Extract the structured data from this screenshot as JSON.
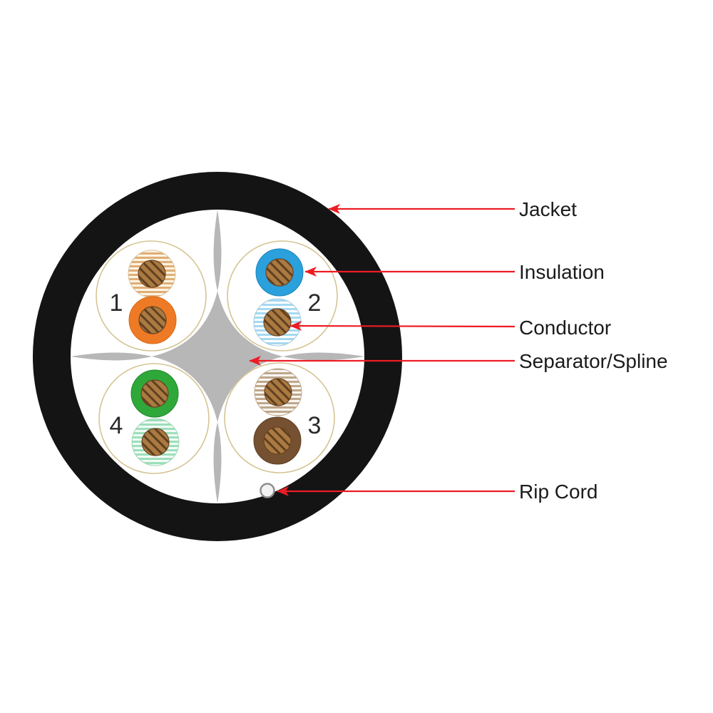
{
  "diagram": {
    "name": "network-cable-cross-section",
    "annotations": [
      {
        "label": "Jacket"
      },
      {
        "label": "Insulation"
      },
      {
        "label": "Conductor"
      },
      {
        "label": "Separator/Spline"
      },
      {
        "label": "Rip Cord"
      }
    ],
    "pairs": [
      {
        "number": "1",
        "position": "top-left",
        "wires": [
          "white/orange striped",
          "orange solid"
        ]
      },
      {
        "number": "2",
        "position": "top-right",
        "wires": [
          "blue solid",
          "white/blue striped"
        ]
      },
      {
        "number": "3",
        "position": "bottom-right",
        "wires": [
          "white/brown striped",
          "brown solid"
        ]
      },
      {
        "number": "4",
        "position": "bottom-left",
        "wires": [
          "green solid",
          "white/green striped"
        ]
      }
    ],
    "colors": {
      "jacket": "#141414",
      "interior": "#ffffff",
      "spline": "#b7b7b7",
      "pair_outline": "#d5c494",
      "arrow": "#ed1c24",
      "copper": "#aa7a42",
      "copper_hatch": "#60401f",
      "orange": "#ee7a25",
      "white_orange_bg": "#fdf4e3",
      "white_orange_stripe": "#dfae77",
      "blue": "#2aa0dc",
      "white_blue_bg": "#ffffff",
      "white_blue_stripe": "#a5d9f0",
      "green": "#2fa83a",
      "white_green_bg": "#f2fbf5",
      "white_green_stripe": "#9cdfbb",
      "brown": "#755031",
      "white_brown_bg": "#faf6f1",
      "white_brown_stripe": "#bfa78c",
      "rip_cord": "#f2f2f2",
      "rip_cord_edge": "#8e8e8e"
    }
  }
}
